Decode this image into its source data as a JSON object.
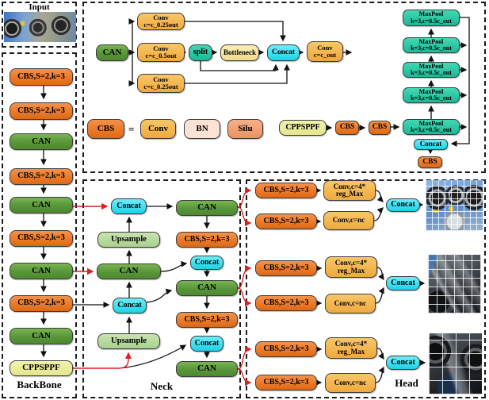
{
  "panels": {
    "input_label": "Input",
    "backbone_label": "BackBone",
    "neck_label": "Neck",
    "head_label": "Head"
  },
  "backbone": {
    "blocks": [
      {
        "label": "CBS,S=2,k=3"
      },
      {
        "label": "CBS,S=2,k=3"
      },
      {
        "label": "CAN"
      },
      {
        "label": "CBS,S=2,k=3"
      },
      {
        "label": "CAN"
      },
      {
        "label": "CBS,S=2,k=3"
      },
      {
        "label": "CAN"
      },
      {
        "label": "CBS,S=2,k=3"
      },
      {
        "label": "CAN"
      },
      {
        "label": "CPPSPPF"
      }
    ]
  },
  "can_module": {
    "can_label": "CAN",
    "conv_top": "Conv\nc=c_0.25out",
    "conv_mid": "Conv\nc=c_0.5out",
    "conv_bottom": "Conv\nc=c_0.25out",
    "split_label": "split",
    "bottleneck_label": "Bottleneck",
    "concat_label": "Concat",
    "conv_out": "Conv\nc=c_out"
  },
  "legend": {
    "cbs": "CBS",
    "equals": "=",
    "conv": "Conv",
    "bn": "BN",
    "silu": "Silu"
  },
  "cppsppf_module": {
    "cppsppf": "CPPSPPF",
    "cbs_1": "CBS",
    "cbs_2": "CBS",
    "maxpools": [
      "MaxPool\nk=3,c=0.5c_out",
      "MaxPool\nk=3,c=0.5c_out",
      "MaxPool\nk=3,c=0.5c_out",
      "MaxPool\nk=3,c=0.5c_out",
      "MaxPool\nk=3,c=0.5c_out"
    ],
    "concat": "Concat",
    "cbs_out": "CBS"
  },
  "neck": {
    "concat_p3": "Concat",
    "upsample_1": "Upsample",
    "can_mid": "CAN",
    "concat_mid": "Concat",
    "upsample_2": "Upsample",
    "can_p3": "CAN",
    "cbs_down_1": "CBS,S=2,k=3",
    "concat_p4": "Concat",
    "can_p4": "CAN",
    "cbs_down_2": "CBS,S=2,k=3",
    "concat_p5": "Concat",
    "can_p5": "CAN"
  },
  "head": {
    "paths": [
      {
        "cbs_reg": "CBS,S=2,k=3",
        "cbs_cls": "CBS,S=2,k=3",
        "conv_reg": "Conv,c=4*\nreg_Max",
        "conv_cls": "Conv,c=nc",
        "concat": "Concat"
      },
      {
        "cbs_reg": "CBS,S=2,k=3",
        "cbs_cls": "CBS,S=2,k=3",
        "conv_reg": "Conv,c=4*\nreg_Max",
        "conv_cls": "Conv,c=nc",
        "concat": "Concat"
      },
      {
        "cbs_reg": "CBS,S=2,k=3",
        "cbs_cls": "CBS,S=2,k=3",
        "conv_reg": "Conv,c=4*\nreg_Max",
        "conv_cls": "Conv,c=nc",
        "concat": "Concat"
      }
    ]
  },
  "colors": {
    "cbs_orange": "#ed7d31",
    "conv_amber": "#f2b350",
    "can_green": "#5fa23c",
    "concat_cyan": "#30d8ef",
    "maxpool_teal": "#2cc7a1",
    "cppsppf_yellow": "#ebec9b",
    "upsample_green": "#bcdba3",
    "bn_peach": "#fbe3d4",
    "silu_salmon": "#f1a276",
    "bottleneck_cream": "#f6e7a6",
    "arrow_red": "#d92222",
    "arrow_black": "#111111"
  }
}
